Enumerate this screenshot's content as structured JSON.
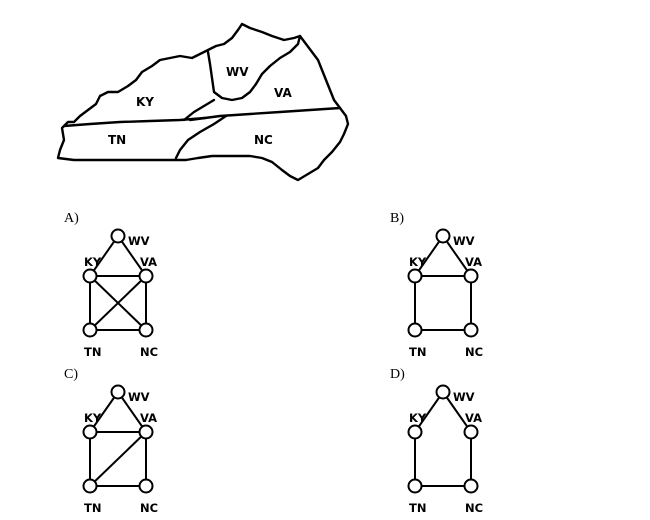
{
  "map": {
    "labels": {
      "KY": "KY",
      "WV": "WV",
      "VA": "VA",
      "TN": "TN",
      "NC": "NC"
    }
  },
  "options": [
    {
      "label": "A)",
      "edges": [
        [
          "WV",
          "KY"
        ],
        [
          "WV",
          "VA"
        ],
        [
          "KY",
          "VA"
        ],
        [
          "KY",
          "TN"
        ],
        [
          "VA",
          "NC"
        ],
        [
          "TN",
          "NC"
        ],
        [
          "KY",
          "NC"
        ],
        [
          "VA",
          "TN"
        ]
      ]
    },
    {
      "label": "B)",
      "edges": [
        [
          "WV",
          "KY"
        ],
        [
          "WV",
          "VA"
        ],
        [
          "KY",
          "VA"
        ],
        [
          "KY",
          "TN"
        ],
        [
          "VA",
          "NC"
        ],
        [
          "TN",
          "NC"
        ]
      ]
    },
    {
      "label": "C)",
      "edges": [
        [
          "WV",
          "KY"
        ],
        [
          "WV",
          "VA"
        ],
        [
          "KY",
          "VA"
        ],
        [
          "KY",
          "TN"
        ],
        [
          "VA",
          "NC"
        ],
        [
          "TN",
          "NC"
        ],
        [
          "VA",
          "TN"
        ]
      ]
    },
    {
      "label": "D)",
      "edges": [
        [
          "WV",
          "KY"
        ],
        [
          "WV",
          "VA"
        ],
        [
          "KY",
          "TN"
        ],
        [
          "VA",
          "NC"
        ],
        [
          "TN",
          "NC"
        ]
      ]
    }
  ],
  "node_labels": {
    "WV": "WV",
    "KY": "KY",
    "VA": "VA",
    "TN": "TN",
    "NC": "NC"
  }
}
